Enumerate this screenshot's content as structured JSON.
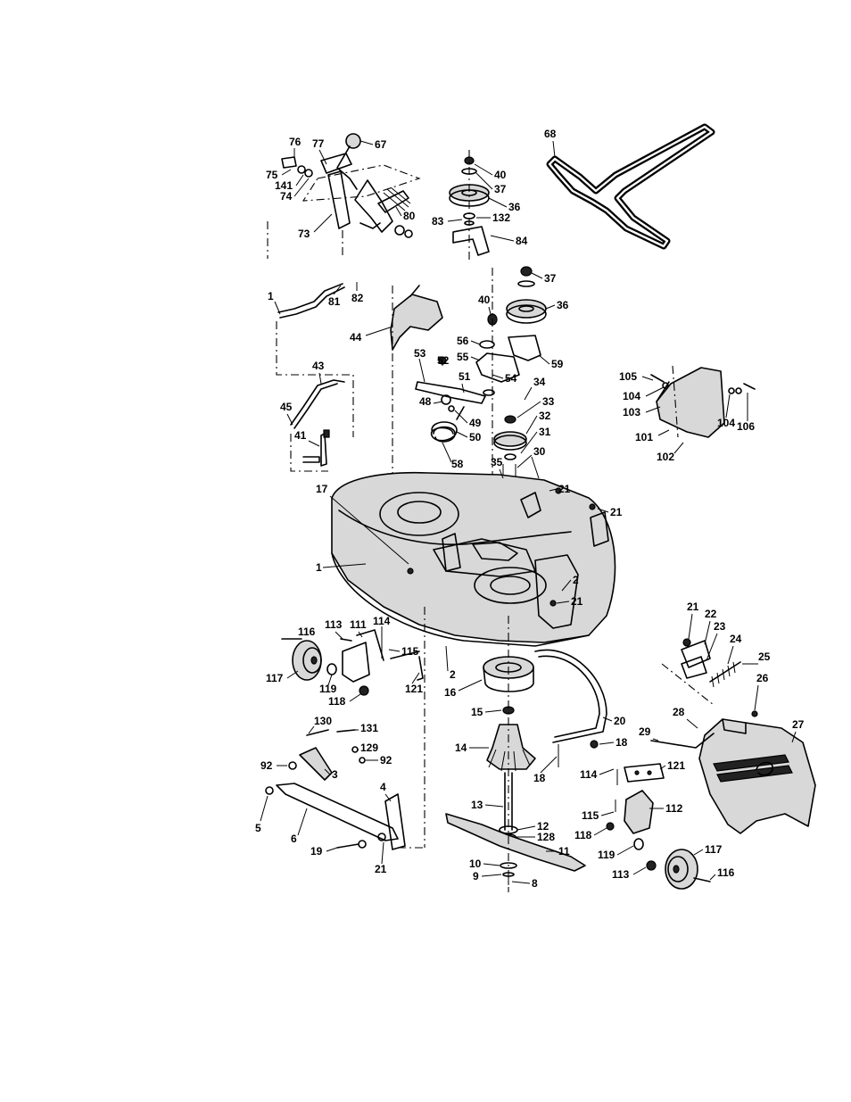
{
  "callouts": {
    "c1a": "1",
    "c1": "1",
    "c2a": "2",
    "c2": "2",
    "c3": "3",
    "c4": "4",
    "c5": "5",
    "c6": "6",
    "c8": "8",
    "c9": "9",
    "c10": "10",
    "c11": "11",
    "c12": "12",
    "c128": "128",
    "c13": "13",
    "c14": "14",
    "c15": "15",
    "c16": "16",
    "c17": "17",
    "c18a": "18",
    "c18b": "18",
    "c19": "19",
    "c20": "20",
    "c21a": "21",
    "c21b": "21",
    "c21c": "21",
    "c21d": "21",
    "c21e": "21",
    "c22": "22",
    "c23": "23",
    "c24": "24",
    "c25": "25",
    "c26": "26",
    "c27": "27",
    "c28": "28",
    "c29": "29",
    "c30": "30",
    "c31": "31",
    "c32": "32",
    "c33": "33",
    "c34": "34",
    "c35": "35",
    "c36a": "36",
    "c36b": "36",
    "c37a": "37",
    "c37b": "37",
    "c40a": "40",
    "c40b": "40",
    "c41": "41",
    "c43": "43",
    "c44": "44",
    "c45": "45",
    "c48": "48",
    "c49": "49",
    "c50": "50",
    "c51": "51",
    "c52": "52",
    "c53": "53",
    "c54": "54",
    "c55": "55",
    "c56": "56",
    "c58": "58",
    "c59": "59",
    "c67": "67",
    "c68": "68",
    "c73": "73",
    "c74": "74",
    "c75": "75",
    "c76": "76",
    "c77": "77",
    "c80": "80",
    "c81": "81",
    "c82": "82",
    "c83": "83",
    "c84": "84",
    "c92a": "92",
    "c92b": "92",
    "c101": "101",
    "c102": "102",
    "c103": "103",
    "c104a": "104",
    "c104b": "104",
    "c105": "105",
    "c106": "106",
    "c111": "111",
    "c112": "112",
    "c113a": "113",
    "c113b": "113",
    "c114a": "114",
    "c114b": "114",
    "c115a": "115",
    "c115b": "115",
    "c116a": "116",
    "c116b": "116",
    "c117a": "117",
    "c117b": "117",
    "c118a": "118",
    "c118b": "118",
    "c119a": "119",
    "c119b": "119",
    "c121a": "121",
    "c121b": "121",
    "c129": "129",
    "c130": "130",
    "c131": "131",
    "c132": "132",
    "c141": "141"
  }
}
